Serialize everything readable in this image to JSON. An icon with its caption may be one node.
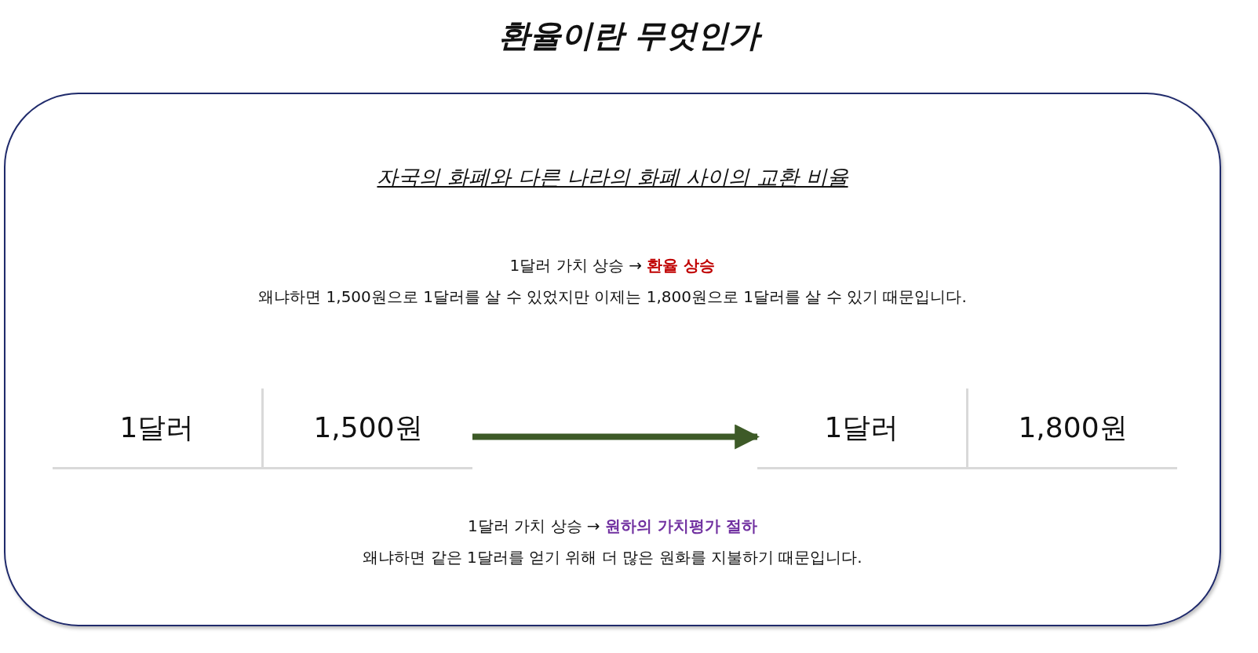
{
  "diagram": {
    "title": "환율이란 무엇인가",
    "nodes": [
      {
        "text": [
          "자국의 화폐와 다른 나라의 화폐 사이의 교환 비율"
        ]
      },
      {
        "text": [
          "1달러",
          "1,500원"
        ],
        "in": 0
      },
      {
        "text": [
          "1달러",
          "1,800원"
        ],
        "in": 0
      }
    ],
    "edges": [
      {
        "from": 1,
        "to": 2,
        "arrow": "to"
      }
    ],
    "labels": [
      "1달러 가치 상승 → **환율 상승**",
      "왜냐하면 1,500원으로 1달러를 살 수 있었지만 이제는 1,800원으로 1달러를 살 수 있기 때문입니다.",
      "1달러 가치 상승 → **원하의 가치평가 절하**",
      "왜냐하면 같은 1달러를 얻기 위해 더 많은 원화를 지불하기 때문입니다."
    ]
  }
}
